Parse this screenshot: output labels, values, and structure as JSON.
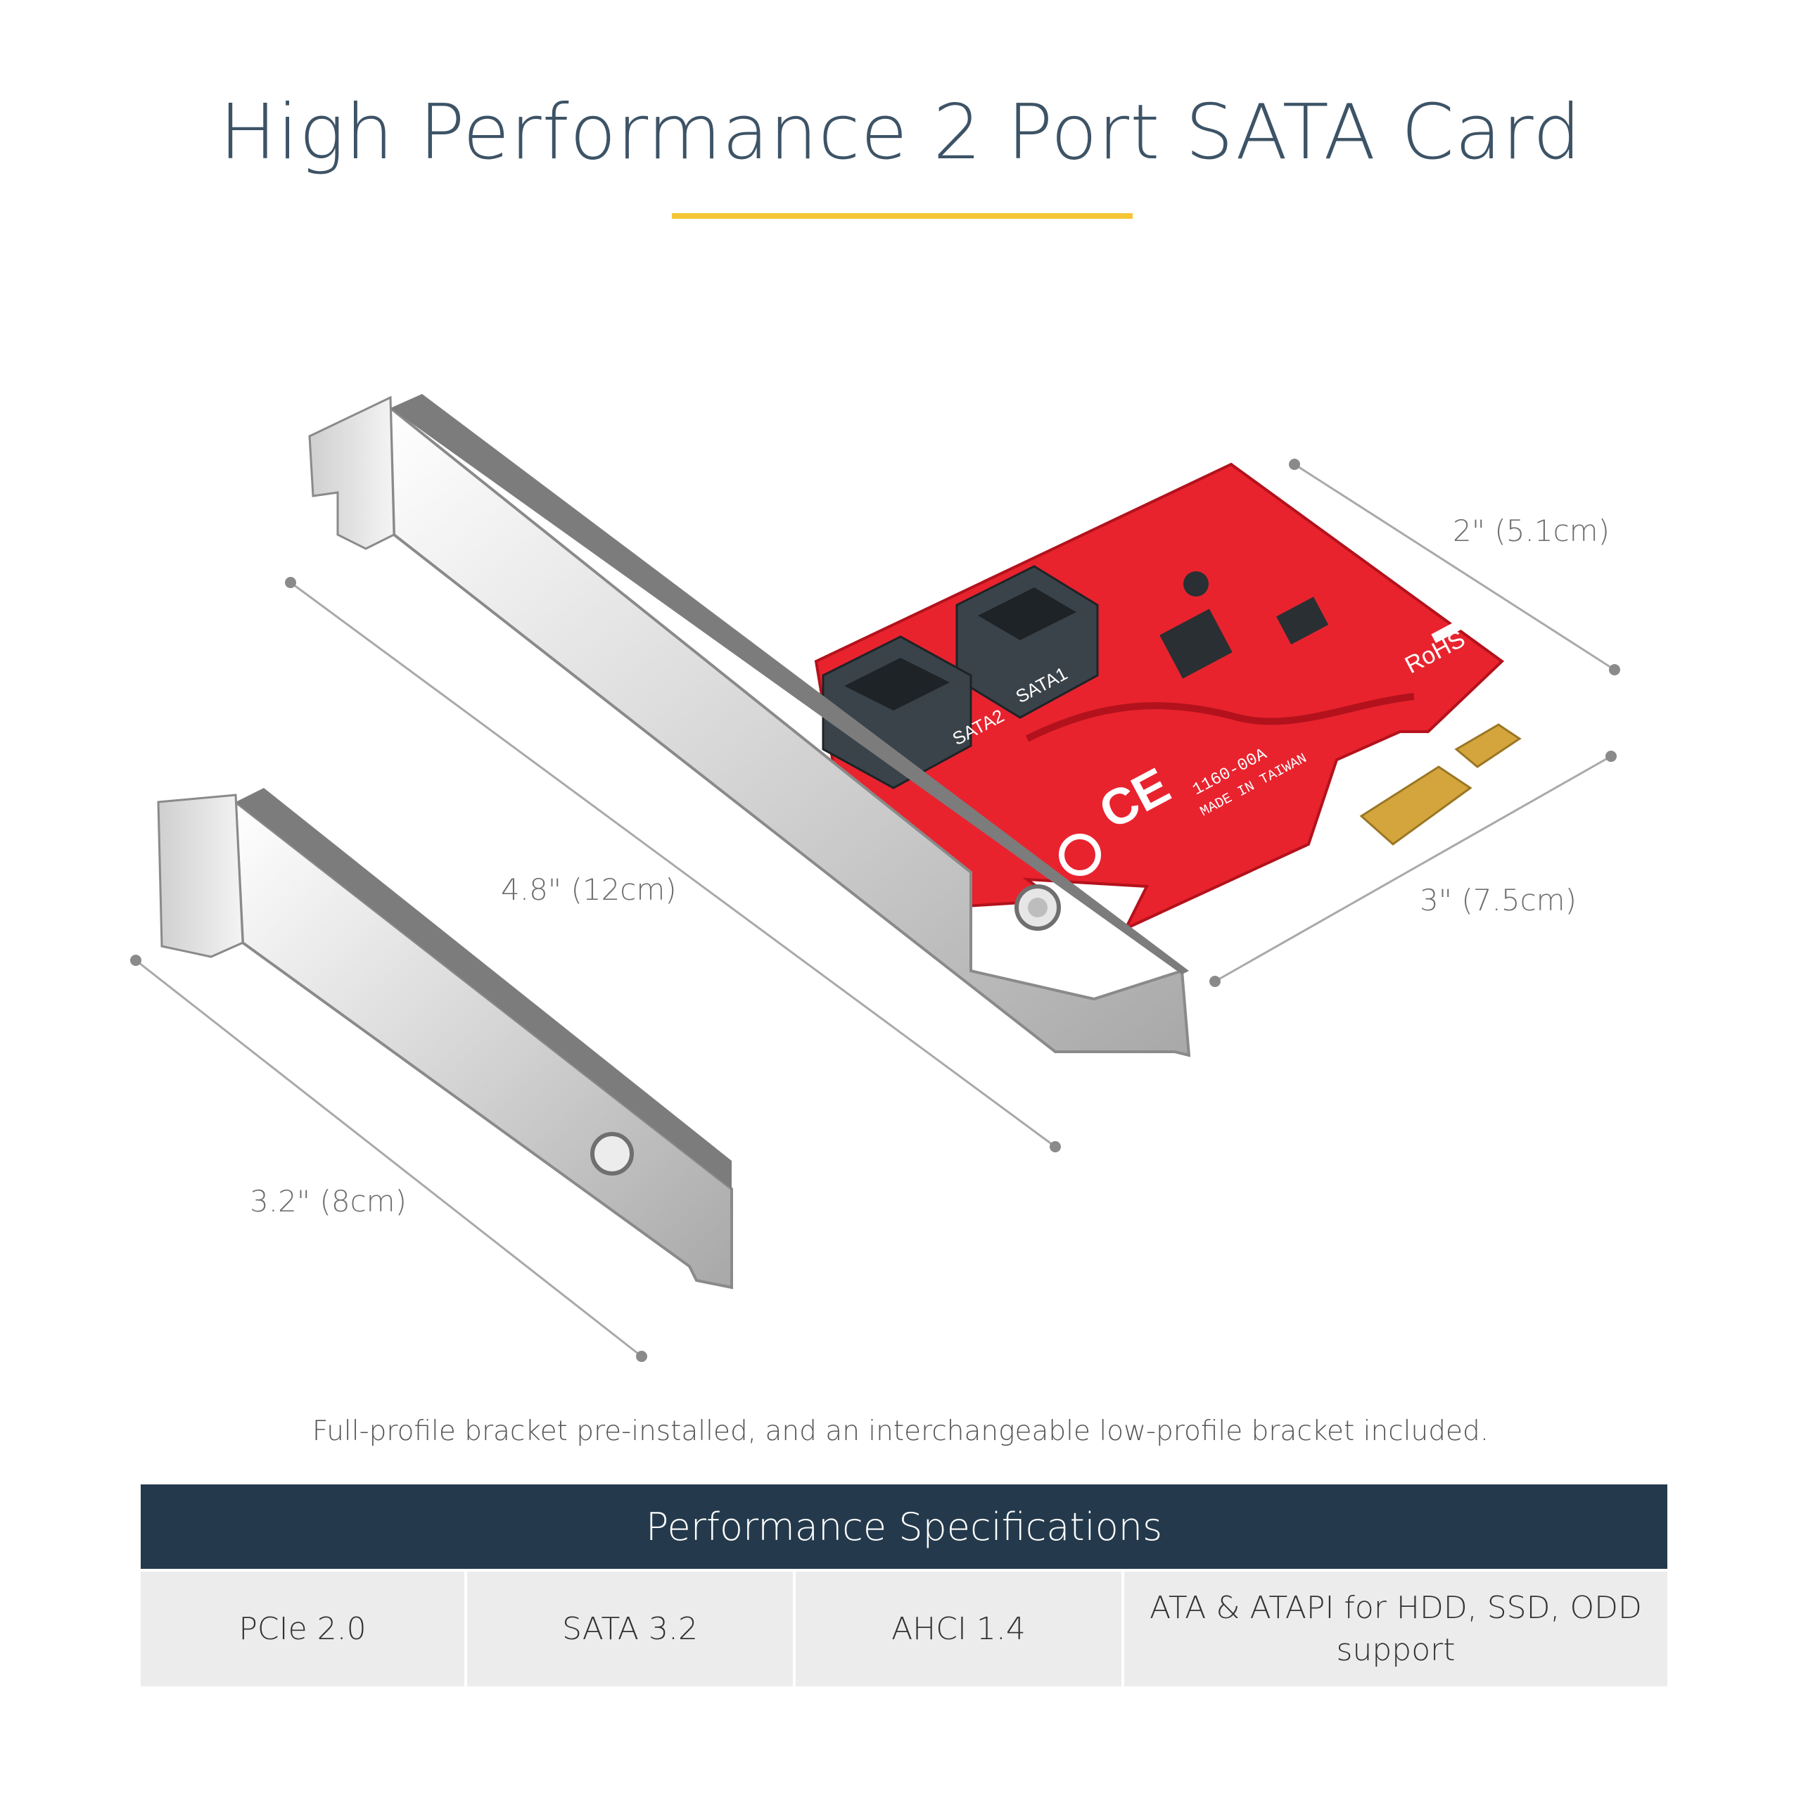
{
  "title": "High Performance 2 Port SATA Card",
  "colors": {
    "accent_rule": "#f4c534",
    "header_bg": "#243a4c",
    "pcb_red": "#e8232e",
    "cell_bg": "#ececec"
  },
  "dimensions": {
    "height": "2\" (5.1cm)",
    "depth": "3\" (7.5cm)",
    "full_bracket": "4.8\" (12cm)",
    "low_bracket": "3.2\" (8cm)"
  },
  "board_labels": {
    "port1": "SATA1",
    "port2": "SATA2",
    "rohs": "RoHS",
    "part": "1160-00A",
    "made": "MADE IN TAIWAN"
  },
  "caption": "Full-profile bracket pre-installed, and an interchangeable low-profile bracket included.",
  "specs": {
    "header": "Performance Specifications",
    "cells": [
      "PCIe 2.0",
      "SATA 3.2",
      "AHCI 1.4",
      "ATA & ATAPI for HDD, SSD, ODD support"
    ]
  }
}
